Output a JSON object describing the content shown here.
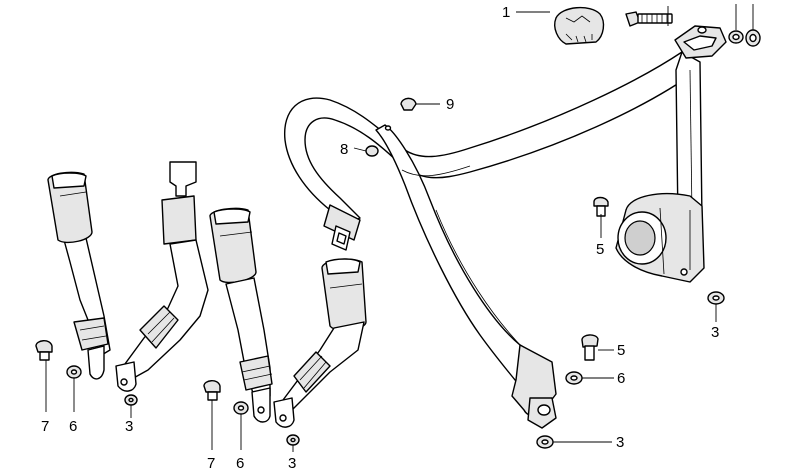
{
  "diagram": {
    "callouts": [
      {
        "id": "c-1-top",
        "text": "1"
      },
      {
        "id": "c-9",
        "text": "9"
      },
      {
        "id": "c-8",
        "text": "8"
      },
      {
        "id": "c-5-retractor",
        "text": "5"
      },
      {
        "id": "c-3-retractor",
        "text": "3"
      },
      {
        "id": "c-5-anchor",
        "text": "5"
      },
      {
        "id": "c-6-anchor",
        "text": "6"
      },
      {
        "id": "c-3-anchor",
        "text": "3"
      },
      {
        "id": "c-7-left",
        "text": "7"
      },
      {
        "id": "c-6-left",
        "text": "6"
      },
      {
        "id": "c-3-left",
        "text": "3"
      },
      {
        "id": "c-7-mid",
        "text": "7"
      },
      {
        "id": "c-6-mid",
        "text": "6"
      },
      {
        "id": "c-3-mid",
        "text": "3"
      }
    ]
  }
}
